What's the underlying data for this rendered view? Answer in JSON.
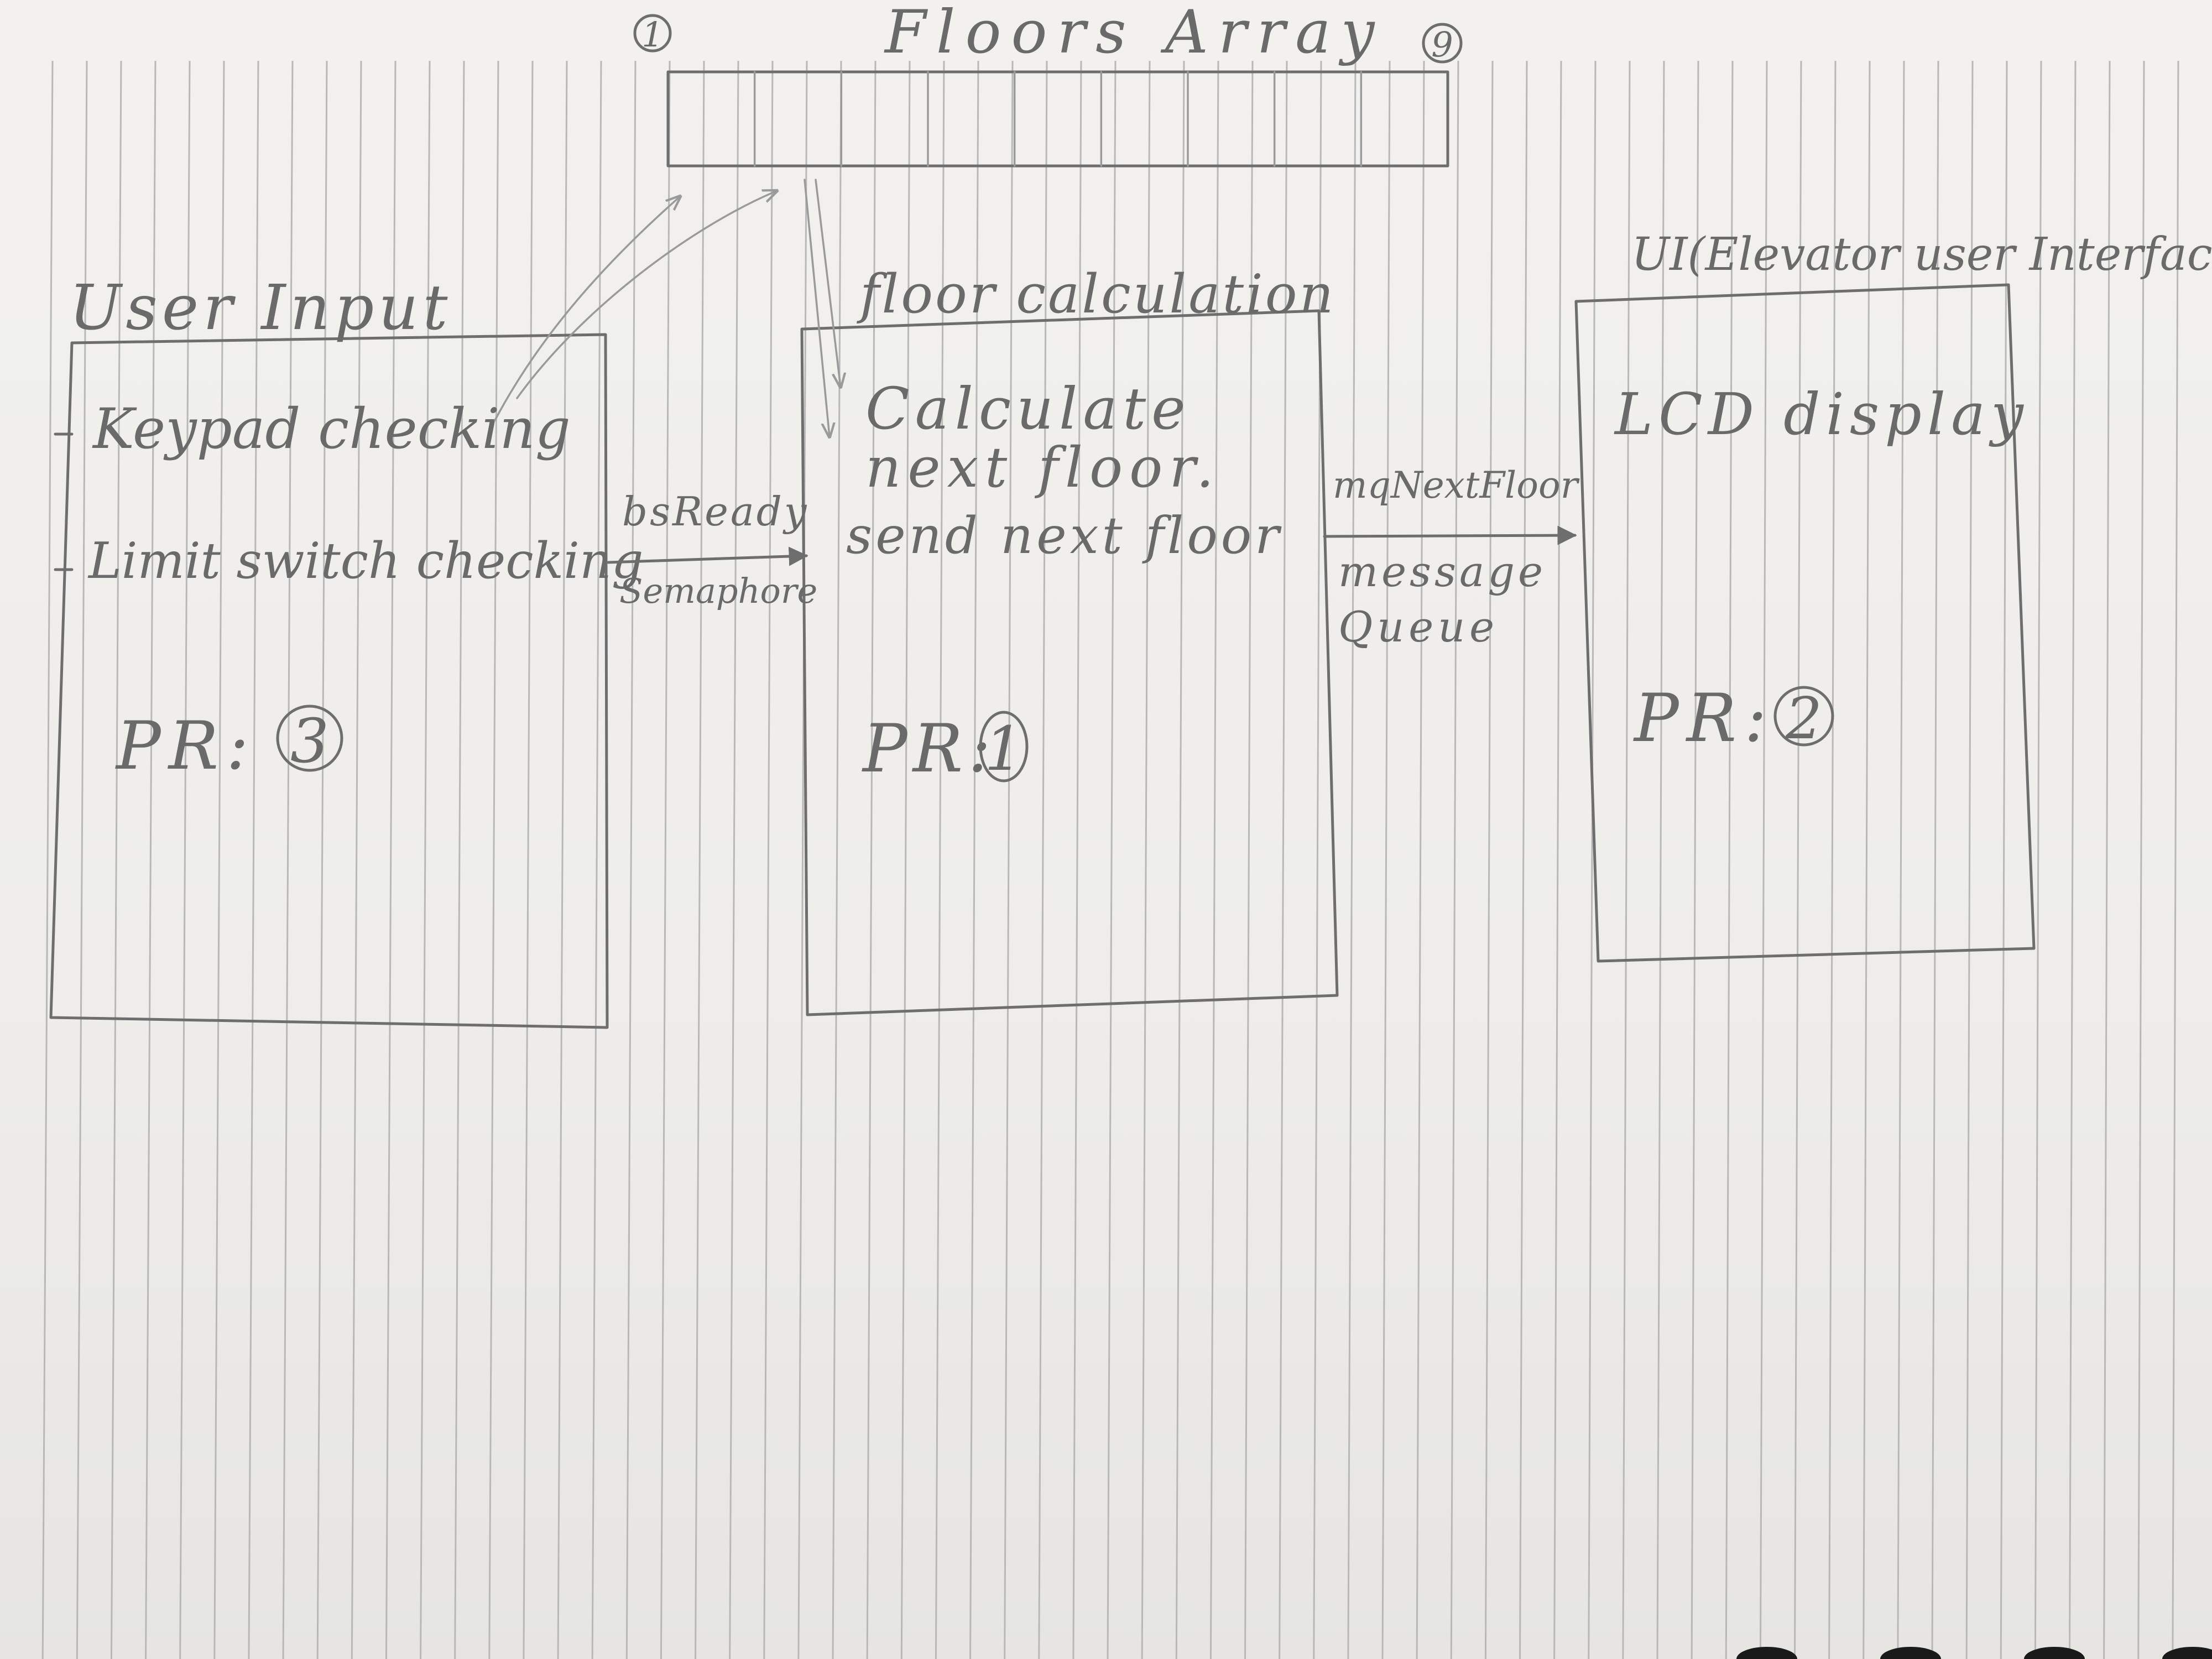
{
  "floors_array": {
    "title": "Floors Array",
    "start_marker": "1",
    "end_marker": "9"
  },
  "user_input": {
    "title": "User Input",
    "items": [
      "Keypad checking",
      "Limit switch checking"
    ],
    "priority_label": "PR:",
    "priority_value": "3"
  },
  "floor_calculation": {
    "title": "floor calculation",
    "lines": [
      "Calculate",
      "next floor.",
      "send next floor"
    ],
    "priority_label": "PR:",
    "priority_value": "1"
  },
  "ui": {
    "title": "UI(Elevator user Interface)",
    "content": "LCD display",
    "priority_label": "PR:",
    "priority_value": "2"
  },
  "semaphore_link": {
    "name": "bsReady",
    "type": "Semaphore"
  },
  "queue_link": {
    "name": "mqNextFloor",
    "type_line1": "message",
    "type_line2": "Queue"
  }
}
